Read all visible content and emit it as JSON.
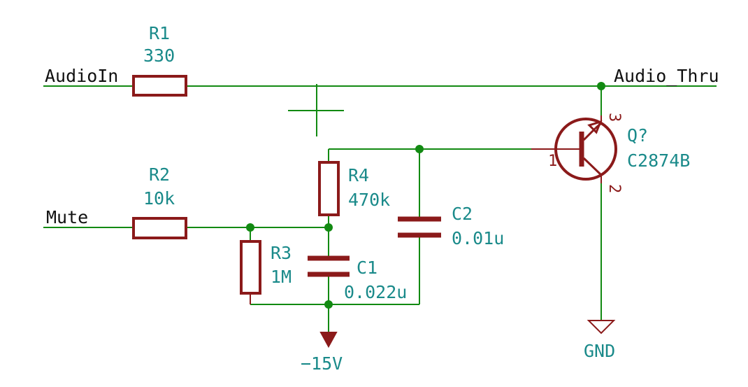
{
  "colors": {
    "wire": "#128a12",
    "component": "#8b1a1a",
    "label": "#1a8a8a",
    "net_label": "#111111",
    "background": "#ffffff"
  },
  "nets": {
    "audio_in": "AudioIn",
    "audio_thru": "Audio_Thru",
    "mute": "Mute"
  },
  "components": {
    "r1": {
      "ref": "R1",
      "value": "330"
    },
    "r2": {
      "ref": "R2",
      "value": "10k"
    },
    "r3": {
      "ref": "R3",
      "value": "1M"
    },
    "r4": {
      "ref": "R4",
      "value": "470k"
    },
    "c1": {
      "ref": "C1",
      "value": "0.022u"
    },
    "c2": {
      "ref": "C2",
      "value": "0.01u"
    },
    "q1": {
      "ref": "Q?",
      "value": "C2874B",
      "pin_base": "1",
      "pin_emitter": "2",
      "pin_collector": "3"
    }
  },
  "power": {
    "neg": "−15V",
    "gnd": "GND"
  }
}
